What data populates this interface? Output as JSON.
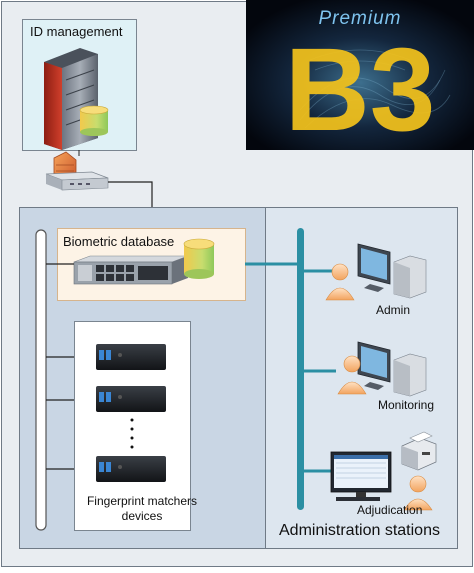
{
  "labels": {
    "id_management": "ID management",
    "biometric_database": "Biometric database",
    "fingerprint_matchers": "Fingerprint matchers devices",
    "admin": "Admin",
    "monitoring": "Monitoring",
    "adjudication": "Adjudication",
    "administration_stations": "Administration stations"
  },
  "logo": {
    "premium": "Premium",
    "b3": "B3"
  },
  "colors": {
    "outer_bg": "#e9edf1",
    "id_box_bg": "#dff1f6",
    "left_panel_bg": "#c9d6e4",
    "right_panel_bg": "#dde6ef",
    "db_box_bg": "#fdf3e6",
    "link_line": "#2b8fa3",
    "logo_bg": "#050a18",
    "logo_gold": "#f2c21c"
  },
  "icons": [
    "mainframe-server-icon",
    "database-cylinder-icon",
    "firewall-icon",
    "network-switch-icon",
    "rack-server-icon",
    "mini-pc-icon",
    "user-workstation-icon",
    "printer-icon"
  ]
}
